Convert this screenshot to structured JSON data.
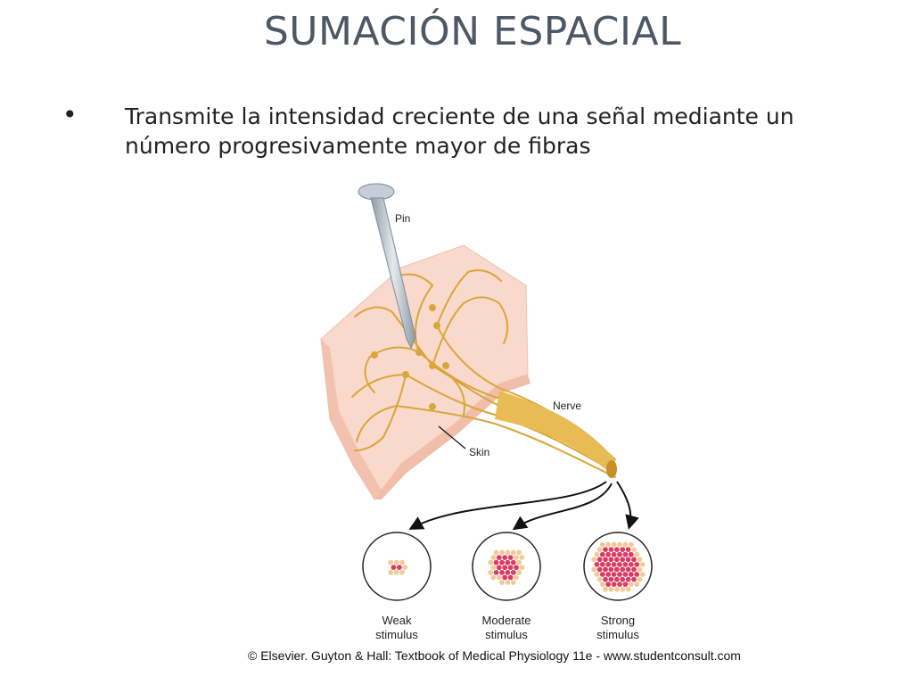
{
  "slide": {
    "title": "SUMACIÓN ESPACIAL",
    "bullet_symbol": "•",
    "bullet_text": "Transmite la intensidad creciente de una señal mediante un número progresivamente mayor de fibras"
  },
  "figure": {
    "labels": {
      "pin": "Pin",
      "nerve": "Nerve",
      "skin": "Skin"
    },
    "stimuli": [
      {
        "line1": "Weak",
        "line2": "stimulus"
      },
      {
        "line1": "Moderate",
        "line2": "stimulus"
      },
      {
        "line1": "Strong",
        "line2": "stimulus"
      }
    ],
    "credit": "© Elsevier. Guyton & Hall: Textbook of Medical Physiology 11e - www.studentconsult.com",
    "colors": {
      "skin": "#f9d9cc",
      "skin_side": "#f6c8b7",
      "nerve": "#d9a63a",
      "fiber_active": "#dc3b63",
      "fiber_resting": "#f2c99a",
      "pin": "#b8c3cc"
    }
  }
}
